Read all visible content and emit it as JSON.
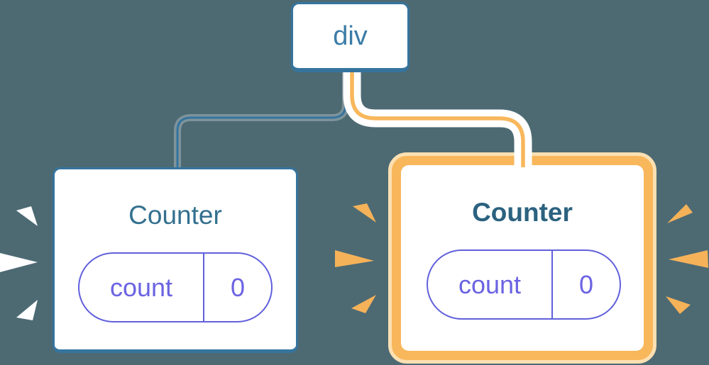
{
  "diagram": {
    "root_node": {
      "label": "div"
    },
    "counters": [
      {
        "title": "Counter",
        "state_key": "count",
        "state_value": "0",
        "highlighted": false
      },
      {
        "title": "Counter",
        "state_key": "count",
        "state_value": "0",
        "highlighted": true
      }
    ]
  },
  "colors": {
    "background": "#4D6A73",
    "node_border_blue": "#35749E",
    "div_text_blue": "#3B7CA8",
    "counter_title": "#33708F",
    "counter_title_highlight": "#2B627F",
    "state_pill_border": "#6160DC",
    "state_pill_text": "#6B63E2",
    "highlight_orange": "#F8B75B",
    "highlight_orange_light": "#FCE0B2",
    "sparkle_white": "#FFFFFF",
    "sparkle_orange": "#F6B259"
  }
}
